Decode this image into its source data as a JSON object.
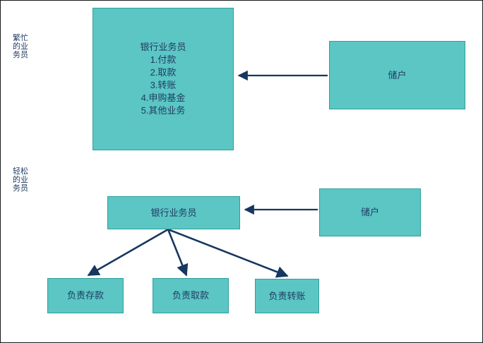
{
  "colors": {
    "box_fill": "#5bc6c4",
    "box_border": "#2fa09e",
    "text": "#1f3a5f",
    "arrow": "#16375e",
    "background": "#ffffff"
  },
  "side_labels": {
    "busy": "繁忙的业务员",
    "relaxed": "轻松的业务员"
  },
  "busy_section": {
    "clerk_title": "银行业务员",
    "clerk_items": [
      "1.付款",
      "2.取款",
      "3.转账",
      "4.申购基金",
      "5.其他业务"
    ],
    "depositor": "储户"
  },
  "relaxed_section": {
    "clerk": "银行业务员",
    "depositor": "储户",
    "workers": [
      "负责存款",
      "负责取款",
      "负责转账"
    ]
  }
}
